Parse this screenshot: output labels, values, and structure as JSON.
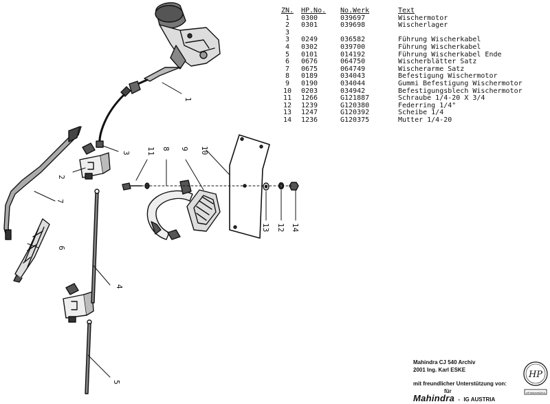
{
  "table": {
    "headers": [
      "ZN.",
      "HP.No.",
      "No.Werk",
      "Text"
    ],
    "rows": [
      {
        "zn": "1",
        "hp": "0300",
        "werk": "039697",
        "text": "Wischermotor"
      },
      {
        "zn": "2",
        "hp": "0301",
        "werk": "039698",
        "text": "Wischerlager"
      },
      {
        "zn": "3",
        "hp": "",
        "werk": "",
        "text": ""
      },
      {
        "zn": "3",
        "hp": "0249",
        "werk": "036582",
        "text": "Führung Wischerkabel"
      },
      {
        "zn": "4",
        "hp": "0302",
        "werk": "039700",
        "text": "Führung Wischerkabel"
      },
      {
        "zn": "5",
        "hp": "0101",
        "werk": "014192",
        "text": "Führung Wischerkabel Ende"
      },
      {
        "zn": "6",
        "hp": "0676",
        "werk": "064750",
        "text": "Wischerblätter Satz"
      },
      {
        "zn": "7",
        "hp": "0675",
        "werk": "064749",
        "text": "Wischerarme Satz"
      },
      {
        "zn": "8",
        "hp": "0189",
        "werk": "034043",
        "text": "Befestigung Wischermotor"
      },
      {
        "zn": "9",
        "hp": "0190",
        "werk": "034044",
        "text": "Gummi Befestigung Wischermotor"
      },
      {
        "zn": "10",
        "hp": "0203",
        "werk": "034942",
        "text": "Befestigungsblech Wischermotor"
      },
      {
        "zn": "11",
        "hp": "1266",
        "werk": "G121887",
        "text": "Schraube 1/4-20 X 3/4"
      },
      {
        "zn": "12",
        "hp": "1239",
        "werk": "G120380",
        "text": "Federring 1/4\""
      },
      {
        "zn": "13",
        "hp": "1247",
        "werk": "G120392",
        "text": "Scheibe 1/4"
      },
      {
        "zn": "14",
        "hp": "1236",
        "werk": "G120375",
        "text": "Mutter 1/4-20"
      }
    ]
  },
  "callouts": {
    "c1": "1",
    "c2": "2",
    "c3": "3",
    "c4": "4",
    "c5": "5",
    "c6": "6",
    "c7": "7",
    "c8": "8",
    "c9": "9",
    "c10": "10",
    "c11": "11",
    "c12": "12",
    "c13": "13",
    "c14": "14"
  },
  "footer": {
    "archive_line": "Mahindra CJ 540 Archiv",
    "author_line": "2001 Ing. Karl ESKE",
    "support_line": "mit freundlicher Unterstützung von:",
    "fuer": "für",
    "brand": "Mahindra",
    "dash": "-",
    "ig": "IG AUSTRIA"
  },
  "logo": {
    "monogram": "HP",
    "caption": "HP/MAHINDRA"
  },
  "colors": {
    "ink": "#111111",
    "paper": "#ffffff"
  }
}
